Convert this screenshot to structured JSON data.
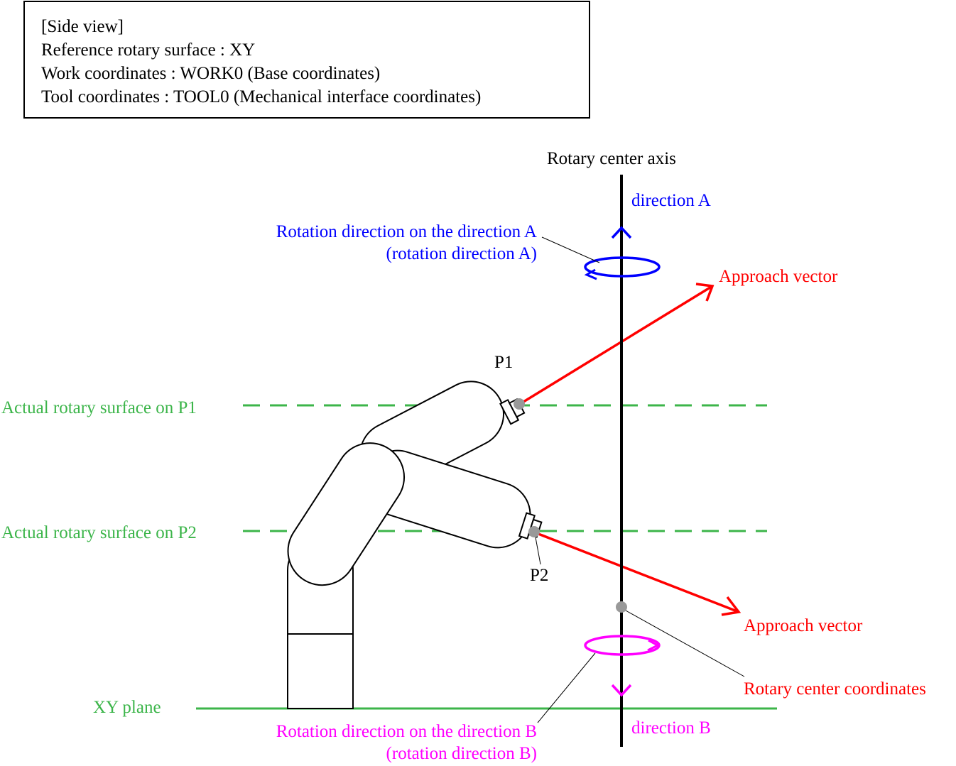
{
  "info_box": {
    "lines": [
      "[Side view]",
      "Reference rotary surface : XY",
      "Work coordinates :  WORK0 (Base coordinates)",
      "Tool coordinates :  TOOL0 (Mechanical interface coordinates)"
    ]
  },
  "labels": {
    "rotary_center_axis": "Rotary center axis",
    "direction_a": "direction A",
    "direction_b": "direction B",
    "rotation_a_line1": "Rotation direction on the direction A",
    "rotation_a_line2": "(rotation direction A)",
    "rotation_b_line1": "Rotation direction on the direction B",
    "rotation_b_line2": "(rotation direction B)",
    "approach_vector_1": "Approach vector",
    "approach_vector_2": "Approach vector",
    "rotary_center_coordinates": "Rotary center coordinates",
    "p1": "P1",
    "p2": "P2",
    "actual_surface_p1": "Actual rotary surface on P1",
    "actual_surface_p2": "Actual rotary surface on P2",
    "xy_plane": "XY plane"
  },
  "colors": {
    "blue": "#0000ff",
    "red": "#ff0000",
    "green": "#3cb54a",
    "magenta": "#ff00ff",
    "gray": "#999999",
    "black": "#000000"
  }
}
